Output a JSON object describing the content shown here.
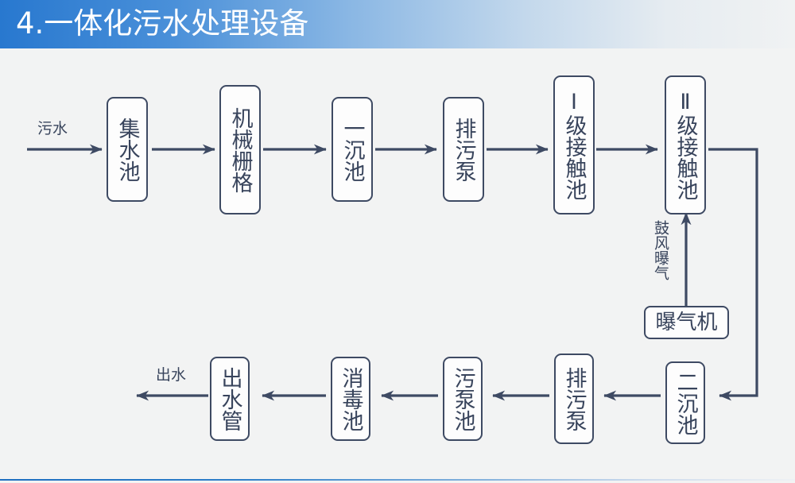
{
  "header": {
    "title": "4.一体化污水处理设备",
    "gradient_start": "#2878cf",
    "gradient_end": "#f0f2f3"
  },
  "theme": {
    "background": "#f2f3f3",
    "stroke": "#3e4a63",
    "text": "#38445c",
    "node_fill": "#fdfdfd",
    "accent": "#1f6fc0"
  },
  "diagram": {
    "type": "flowchart",
    "orientation": "serpentine-two-rows",
    "inlet_label": "污水",
    "outlet_label": "出水",
    "aeration_label": "鼓风曝气",
    "top_row": [
      {
        "id": "collection-tank",
        "label": "集水池",
        "chars": 3
      },
      {
        "id": "mechanical-grille",
        "label": "机械栅格",
        "chars": 4
      },
      {
        "id": "primary-sedimentation-tank",
        "label": "一沉池",
        "chars": 3
      },
      {
        "id": "sewage-pump",
        "label": "排污泵",
        "chars": 3
      },
      {
        "id": "contact-tank-1",
        "label": "Ⅰ级接触池",
        "chars": 5
      },
      {
        "id": "contact-tank-2",
        "label": "Ⅱ级接触池",
        "chars": 5
      }
    ],
    "aerator": {
      "id": "aerator",
      "label": "曝气机"
    },
    "bottom_row": [
      {
        "id": "secondary-sedimentation-tank",
        "label": "二沉池",
        "chars": 3
      },
      {
        "id": "sewage-pump-2",
        "label": "排污泵",
        "chars": 3
      },
      {
        "id": "sludge-pump-tank",
        "label": "污泵池",
        "chars": 3
      },
      {
        "id": "disinfection-tank",
        "label": "消毒池",
        "chars": 3
      },
      {
        "id": "outlet-pipe",
        "label": "出水管",
        "chars": 3
      }
    ],
    "flow_sequence": [
      "污水",
      "集水池",
      "机械栅格",
      "一沉池",
      "排污泵",
      "Ⅰ级接触池",
      "Ⅱ级接触池",
      "二沉池",
      "排污泵",
      "污泵池",
      "消毒池",
      "出水管",
      "出水"
    ]
  }
}
